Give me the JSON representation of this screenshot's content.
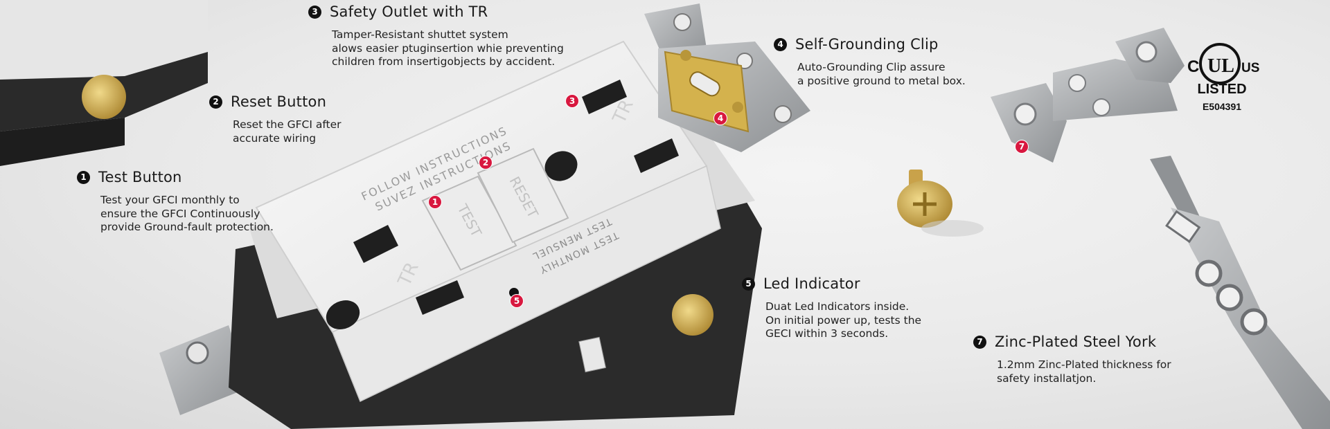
{
  "features": [
    {
      "number": "3",
      "title": "Safety Outlet with TR",
      "description": "Tamper-Resistant shuttet system\nalows easier ptuginsertion whie preventing\nchildren from insertigobjects by accident."
    },
    {
      "number": "2",
      "title": "Reset Button",
      "description": "Reset the GFCI after\naccurate wiring"
    },
    {
      "number": "1",
      "title": "Test Button",
      "description": "Test your GFCI monthly to\nensure the GFCI Continuously\nprovide Ground-fault protection."
    },
    {
      "number": "4",
      "title": "Self-Grounding Clip",
      "description": "Auto-Grounding Clip assure\na positive ground to metal box."
    },
    {
      "number": "5",
      "title": "Led Indicator",
      "description": "Duat Led Indicators inside.\nOn initial power up, tests the\nGECI within 3 seconds."
    },
    {
      "number": "7",
      "title": "Zinc-Plated Steel York",
      "description": "1.2mm Zinc-Plated thickness for\nsafety installatjon."
    }
  ],
  "markers": [
    "1",
    "2",
    "3",
    "4",
    "5",
    "7"
  ],
  "outlet": {
    "text_follow": "FOLLOW INSTRUCTIONS",
    "text_suivez": "SUVEZ INSTRUCTIONS",
    "test_label": "TEST",
    "reset_label": "RESET",
    "tr_label": "TR",
    "test_monthly": "TEST MONTHLY",
    "test_mensuel": "TEST MENSUEL"
  },
  "certification": {
    "c_label": "C",
    "ul_label": "UL",
    "us_label": "US",
    "listed_label": "LISTED",
    "listing_number": "E504391"
  },
  "colors": {
    "marker": "#d8183f",
    "number_badge": "#111111",
    "outlet_body": "#f2f2f2",
    "housing": "#2c2c2c",
    "brass": "#c9a24a",
    "steel": "#9a9c9f"
  }
}
